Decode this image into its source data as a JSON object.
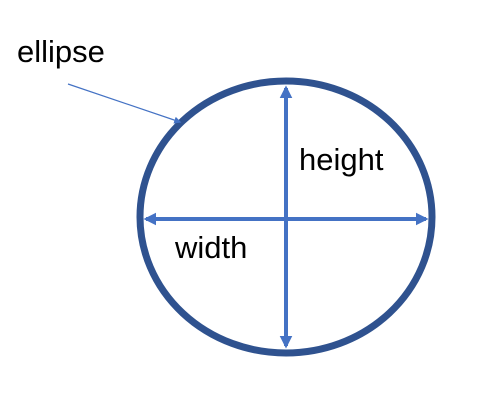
{
  "labels": {
    "ellipse": "ellipse",
    "height": "height",
    "width": "width"
  },
  "colors": {
    "ellipse_stroke": "#2F528F",
    "axis_arrow": "#4472C4",
    "pointer_line": "#4472C4",
    "text": "#000000",
    "background": "#FFFFFF"
  }
}
